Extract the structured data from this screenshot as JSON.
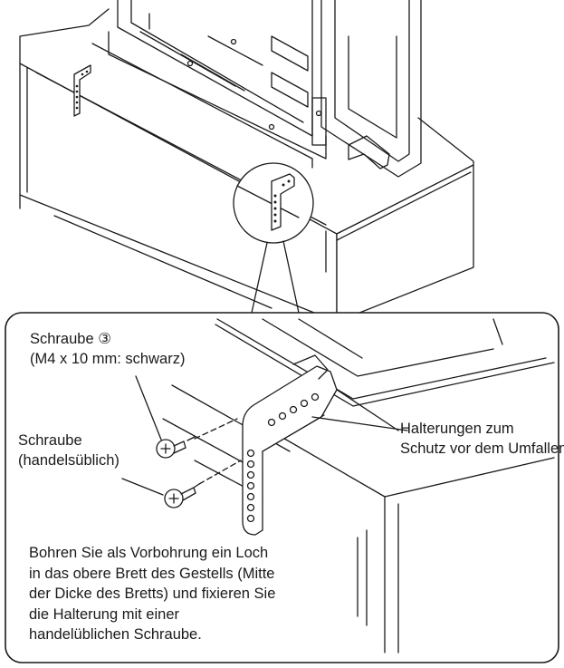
{
  "labels": {
    "screw3_line1": "Schraube ③",
    "screw3_line2": "(M4 x 10 mm: schwarz)",
    "screw_line1": "Schraube",
    "screw_line2": "(handelsüblich)",
    "brackets_line1": "Halterungen zum",
    "brackets_line2": "Schutz vor dem Umfallen"
  },
  "instruction_lines": [
    "Bohren Sie als Vorbohrung ein Loch",
    "in das obere Brett des Gestells (Mitte",
    "der Dicke des Bretts) und fixieren Sie",
    "die Halterung mit einer",
    "handelüblichen Schraube."
  ],
  "colors": {
    "line": "#1a1a1a",
    "background": "#ffffff",
    "shade": "#d8d8d8"
  }
}
